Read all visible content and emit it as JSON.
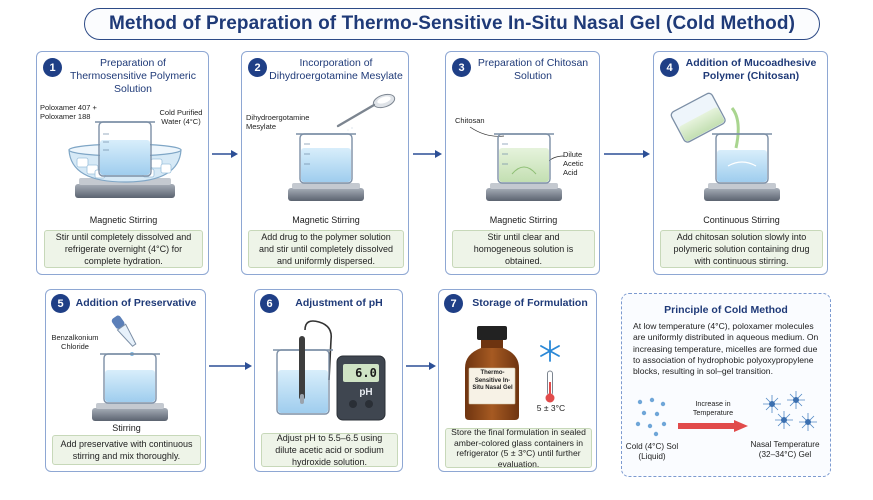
{
  "title": "Method of Preparation of Thermo-Sensitive In-Situ Nasal Gel (Cold Method)",
  "steps": [
    {
      "num": "1",
      "title": "Preparation of Thermosensitive Polymeric Solution",
      "labels": [
        "Poloxamer 407 + Poloxamer 188",
        "Cold Purified Water (4°C)"
      ],
      "caption": "Magnetic Stirring",
      "note": "Stir until completely dissolved and refrigerate overnight (4°C) for complete hydration."
    },
    {
      "num": "2",
      "title": "Incorporation of Dihydroergotamine Mesylate",
      "labels": [
        "Dihydroergotamine Mesylate"
      ],
      "caption": "Magnetic Stirring",
      "note": "Add drug to the polymer solution and stir until completely dissolved and uniformly dispersed."
    },
    {
      "num": "3",
      "title": "Preparation of Chitosan Solution",
      "labels": [
        "Chitosan",
        "Dilute Acetic Acid"
      ],
      "caption": "Magnetic Stirring",
      "note": "Stir until clear and homogeneous solution is obtained."
    },
    {
      "num": "4",
      "title": "Addition of Mucoadhesive Polymer (Chitosan)",
      "labels": [],
      "caption": "Continuous Stirring",
      "note": "Add chitosan solution slowly into polymeric solution containing drug with continuous stirring."
    },
    {
      "num": "5",
      "title": "Addition of Preservative",
      "labels": [
        "Benzalkonium Chloride"
      ],
      "caption": "Stirring",
      "note": "Add preservative with continuous stirring and mix thoroughly."
    },
    {
      "num": "6",
      "title": "Adjustment of pH",
      "labels": [
        "6.0",
        "pH"
      ],
      "caption": "",
      "note": "Adjust pH to 5.5–6.5 using dilute acetic acid or sodium hydroxide solution."
    },
    {
      "num": "7",
      "title": "Storage of Formulation",
      "labels": [
        "Thermo-Sensitive In-Situ Nasal Gel",
        "5 ± 3°C"
      ],
      "caption": "",
      "note": "Store the final formulation in sealed amber-colored glass containers in refrigerator (5 ± 3°C) until further evaluation."
    }
  ],
  "principle": {
    "title": "Principle of Cold Method",
    "text": "At low temperature (4°C), poloxamer molecules are uniformly distributed in aqueous medium. On increasing temperature, micelles are formed due to association of hydrophobic polyoxypropylene blocks, resulting in sol–gel transition.",
    "arrow_label": "Increase in Temperature",
    "left_label": "Cold (4°C) Sol (Liquid)",
    "right_label": "Nasal Temperature (32–34°C) Gel"
  },
  "colors": {
    "accent": "#1f3f86",
    "card_border": "#8ea7d3",
    "note_bg": "#eef4e8",
    "liquid": "#bfe0f5",
    "arrow": "#2c4f96",
    "temperature_arrow": "#e14b4b",
    "bottle": "#8a4a1c"
  },
  "icons": [
    "beaker-icon",
    "stirrer-icon",
    "spoon-icon",
    "dropper-icon",
    "ph-meter-icon",
    "bottle-icon",
    "snowflake-icon",
    "thermometer-icon",
    "micelle-icon"
  ]
}
